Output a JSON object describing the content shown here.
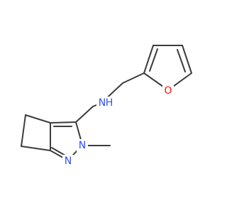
{
  "molecule": {
    "atoms": {
      "oxygen": {
        "symbol": "O",
        "color": "#ff0d0d"
      },
      "amine_nitrogen": {
        "symbol": "N",
        "color": "#3050f8"
      },
      "amine_hydrogen": {
        "symbol": "H",
        "color": "#3050f8"
      },
      "pyrazole_n2": {
        "symbol": "N",
        "color": "#3050f8"
      },
      "pyrazole_n1": {
        "symbol": "N",
        "color": "#3050f8"
      }
    },
    "bond_color": "#3c3c3c"
  }
}
